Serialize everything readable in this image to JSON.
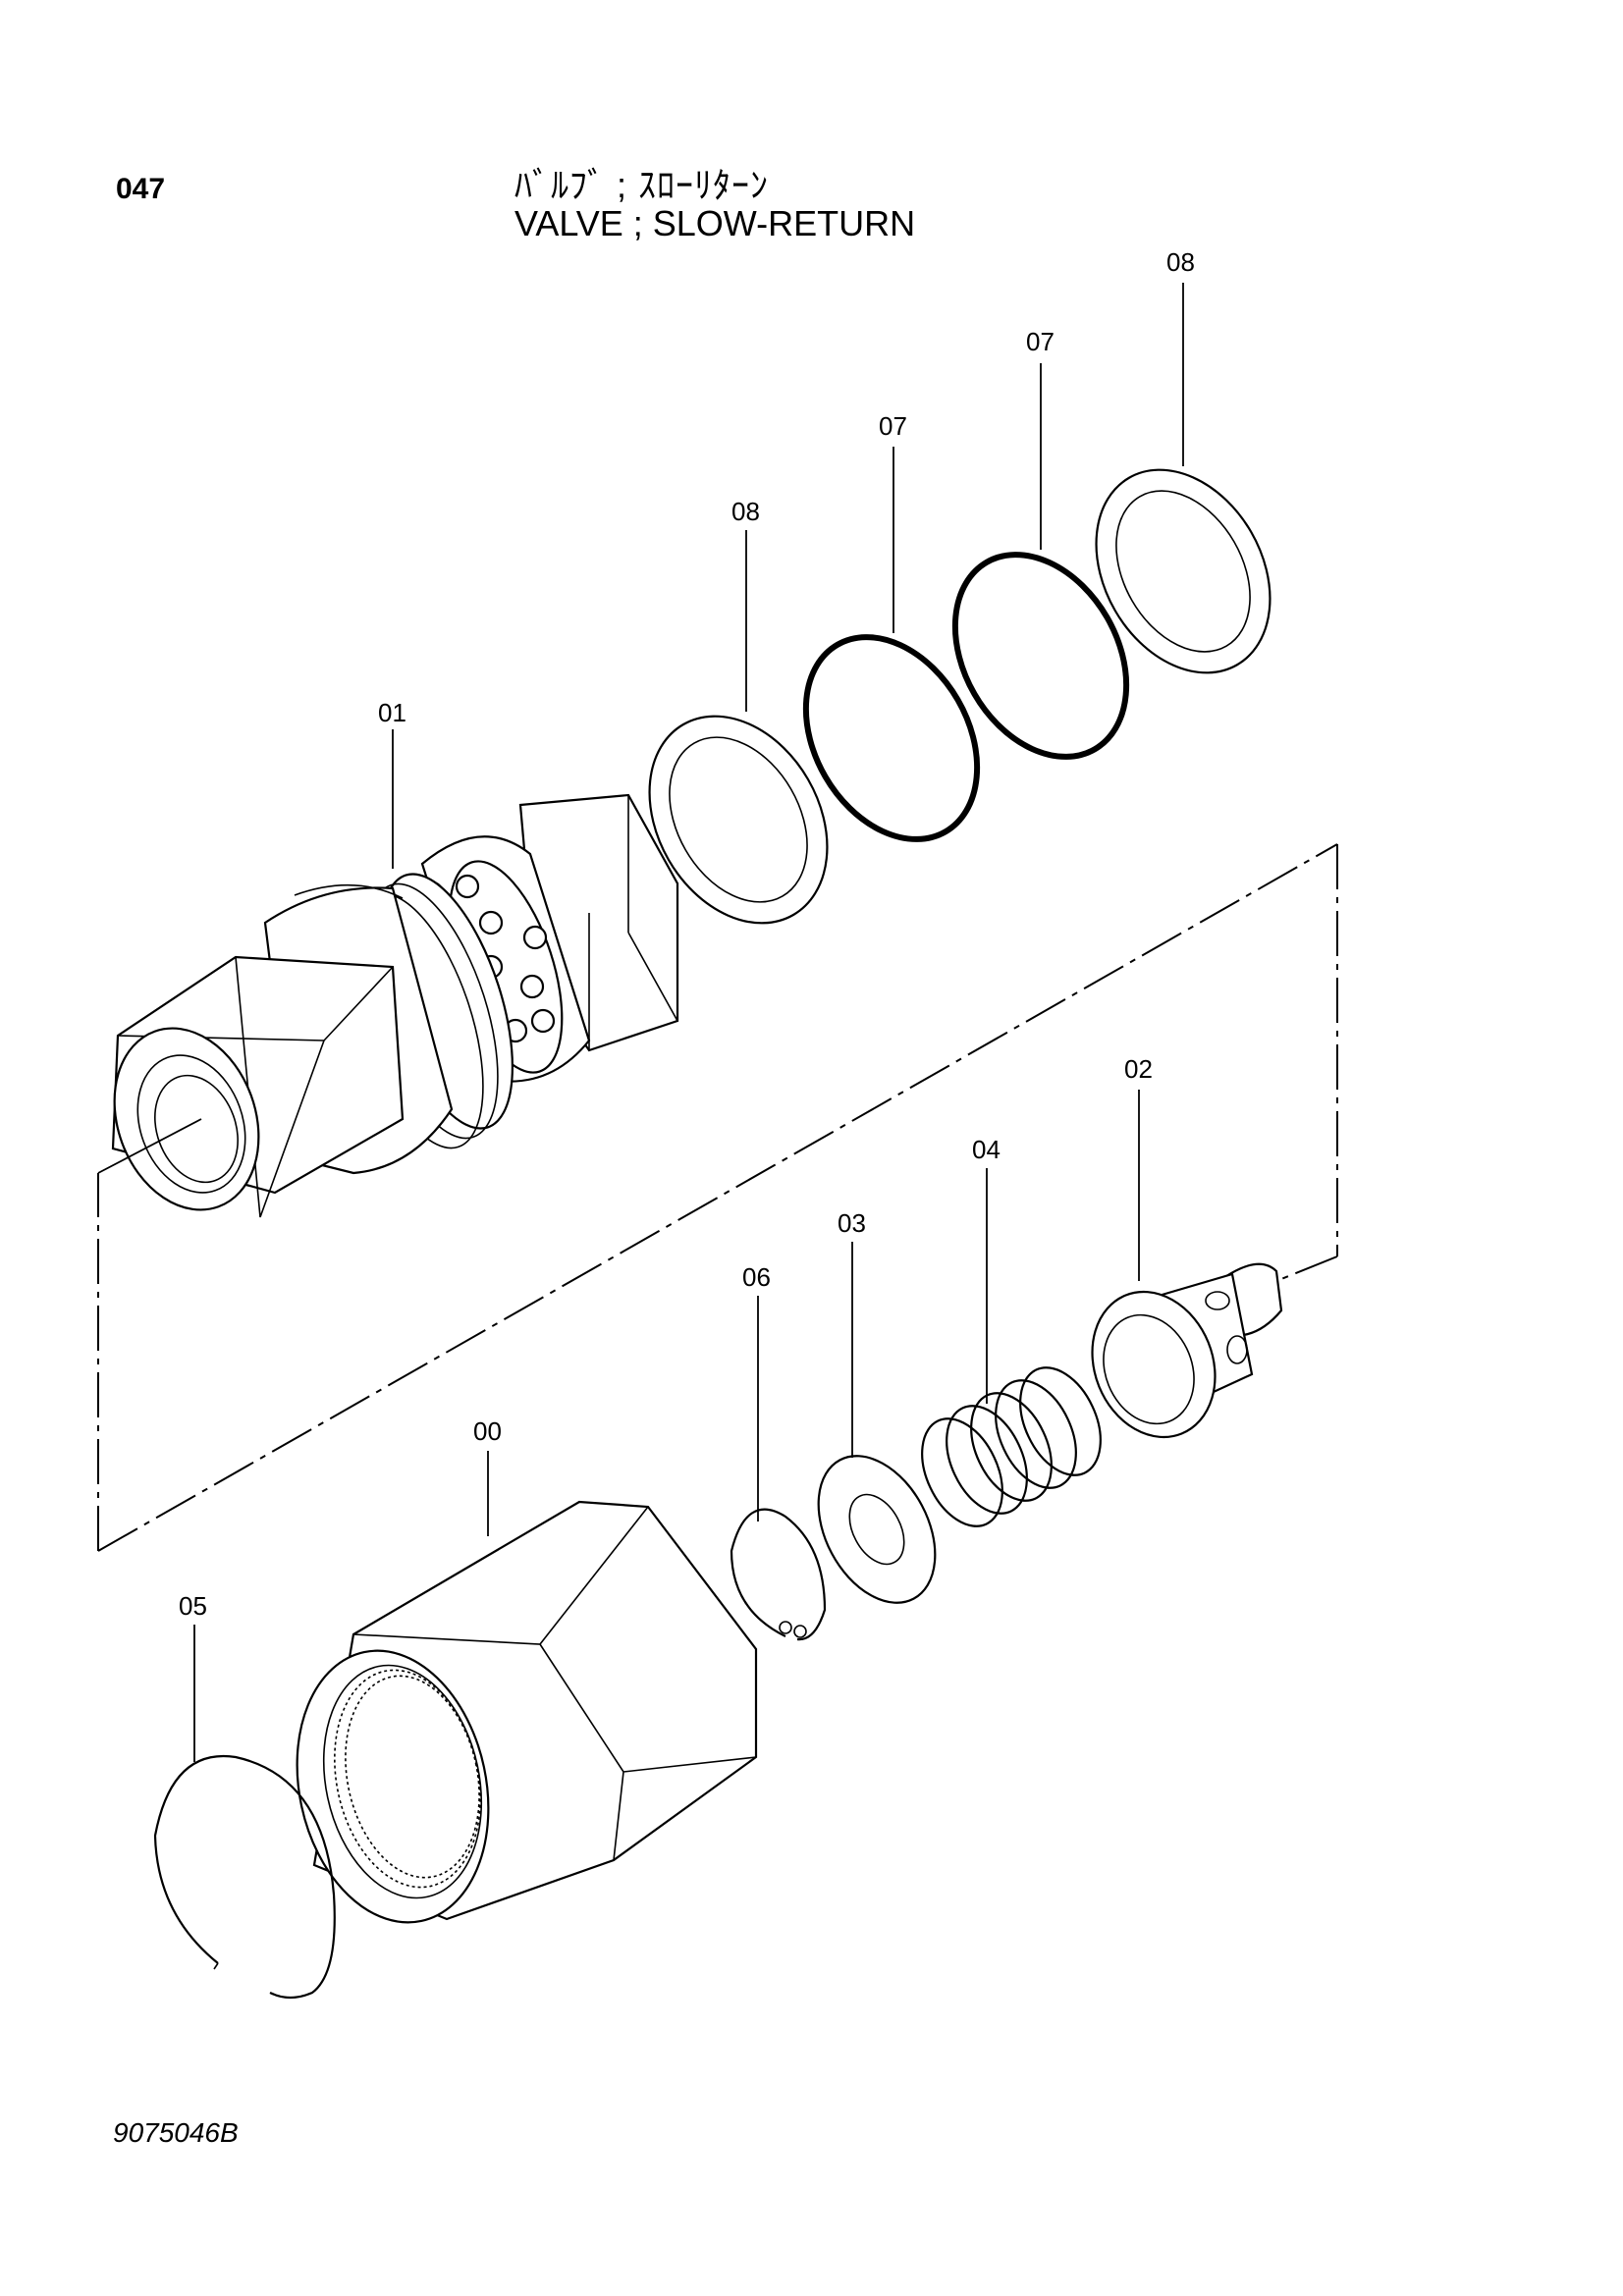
{
  "page_number": "047",
  "title": {
    "japanese": "ﾊﾞﾙﾌﾞ ; ｽﾛｰﾘﾀｰﾝ",
    "english": "VALVE ; SLOW-RETURN"
  },
  "drawing_number": "9075046B",
  "callouts": {
    "c00": "00",
    "c01": "01",
    "c02": "02",
    "c03": "03",
    "c04": "04",
    "c05": "05",
    "c06": "06",
    "c07a": "07",
    "c07b": "07",
    "c08a": "08",
    "c08b": "08"
  }
}
